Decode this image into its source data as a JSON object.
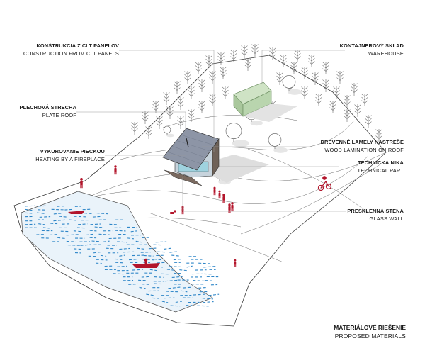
{
  "labels_left": [
    {
      "sk": "KONŠTRUKCIA Z CLT PANELOV",
      "en": "CONSTRUCTION FROM CLT PANELS"
    },
    {
      "sk": "PLECHOVÁ STRECHA",
      "en": "PLATE ROOF"
    },
    {
      "sk": "VYKUROVANIE PIECKOU",
      "en": "HEATING BY A FIREPLACE"
    }
  ],
  "labels_right": [
    {
      "sk": "KONTAJNEROVÝ SKLAD",
      "en": "WAREHOUSE"
    },
    {
      "sk": "DREVENNÉ LAMELY NASTREŠE",
      "en": "WOOD LAMINATION ON ROOF"
    },
    {
      "sk": "TECHNICKÁ NIKA",
      "en": "TECHNICAL PART"
    },
    {
      "sk": "PRESKLENNÁ STENA",
      "en": "GLASS WALL"
    }
  ],
  "title": {
    "sk": "MATERIÁLOVÉ RIEŠENIE",
    "en": "PROPOSED MATERIALS"
  },
  "colors": {
    "accent_red": "#b3152b",
    "water_blue": "#2e86c8",
    "roof": "#8d95a6",
    "container_green": "#b9d5ae",
    "line": "#9a9a9a"
  }
}
